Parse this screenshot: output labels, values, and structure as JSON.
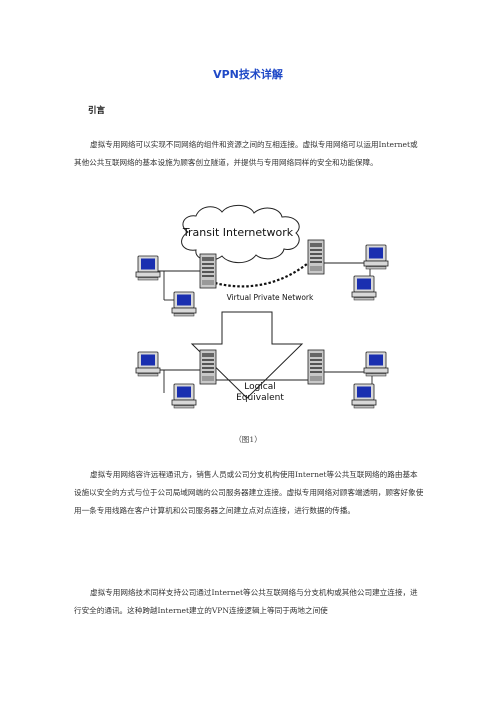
{
  "doc": {
    "title": "VPN技术详解",
    "heading": "引言",
    "para1": "虚拟专用网络可以实现不同网络的组件和资源之间的互相连接。虚拟专用网络可以运用Internet或其他公共互联网络的基本设施为顾客创立隧道，并提供与专用网络同样的安全和功能保障。",
    "para2": "虚拟专用网络容许远程通讯方，销售人员或公司分支机构使用Internet等公共互联网络的路由基本设施以安全的方式与位于公司局域网端的公司服务器建立连接。虚拟专用网络对顾客端透明，顾客好象使用一条专用线路在客户计算机和公司服务器之间建立点对点连接，进行数据的传播。",
    "para3": "虚拟专用网络技术同样支持公司通过Internet等公共互联网络与分支机构或其他公司建立连接，进行安全的通讯。这种跨越Internet建立的VPN连接逻辑上等同于两地之间使"
  },
  "figure": {
    "cloud_label": "Transit Internetwork",
    "tunnel_label": "Virtual Private Network",
    "logical_line1": "Logical",
    "logical_line2": "Equivalent",
    "caption": "（图1）",
    "icons": [
      "computer-icon",
      "server-icon",
      "cloud-icon",
      "arrow-down-icon"
    ]
  }
}
